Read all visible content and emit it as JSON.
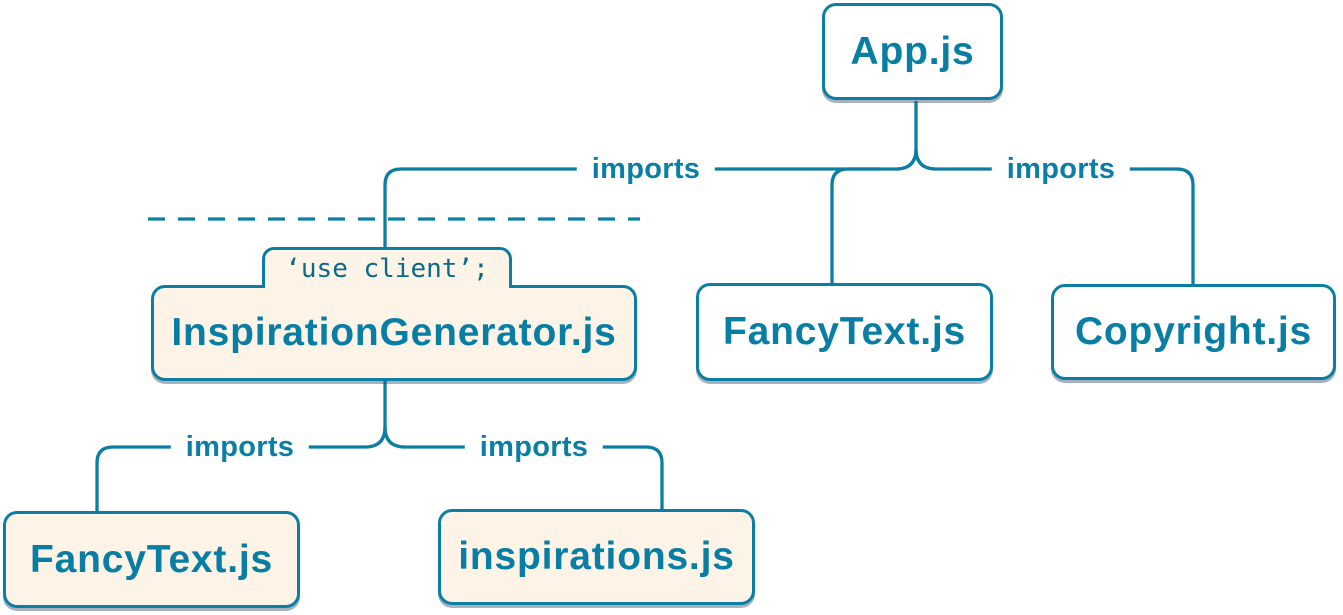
{
  "diagram": {
    "description": "Module dependency tree with client boundary",
    "nodes": [
      {
        "id": "app",
        "label": "App.js",
        "kind": "server"
      },
      {
        "id": "inspiration-generator",
        "label": "InspirationGenerator.js",
        "kind": "client",
        "directive": "‘use client’;"
      },
      {
        "id": "fancy-text-server",
        "label": "FancyText.js",
        "kind": "server"
      },
      {
        "id": "copyright",
        "label": "Copyright.js",
        "kind": "server"
      },
      {
        "id": "fancy-text-client",
        "label": "FancyText.js",
        "kind": "client"
      },
      {
        "id": "inspirations",
        "label": "inspirations.js",
        "kind": "client"
      }
    ],
    "edges": [
      {
        "from": "App.js",
        "to": "InspirationGenerator.js",
        "label": "imports"
      },
      {
        "from": "App.js",
        "to": "FancyText.js"
      },
      {
        "from": "App.js",
        "to": "Copyright.js",
        "label": "imports"
      },
      {
        "from": "InspirationGenerator.js",
        "to": "FancyText.js",
        "label": "imports"
      },
      {
        "from": "InspirationGenerator.js",
        "to": "inspirations.js",
        "label": "imports"
      }
    ],
    "colors": {
      "line": "#0c7ea3",
      "node_text": "#087ea4",
      "client_background": "#fdf3e6",
      "server_background": "#ffffff",
      "directive_text": "#0b6a8c"
    }
  }
}
